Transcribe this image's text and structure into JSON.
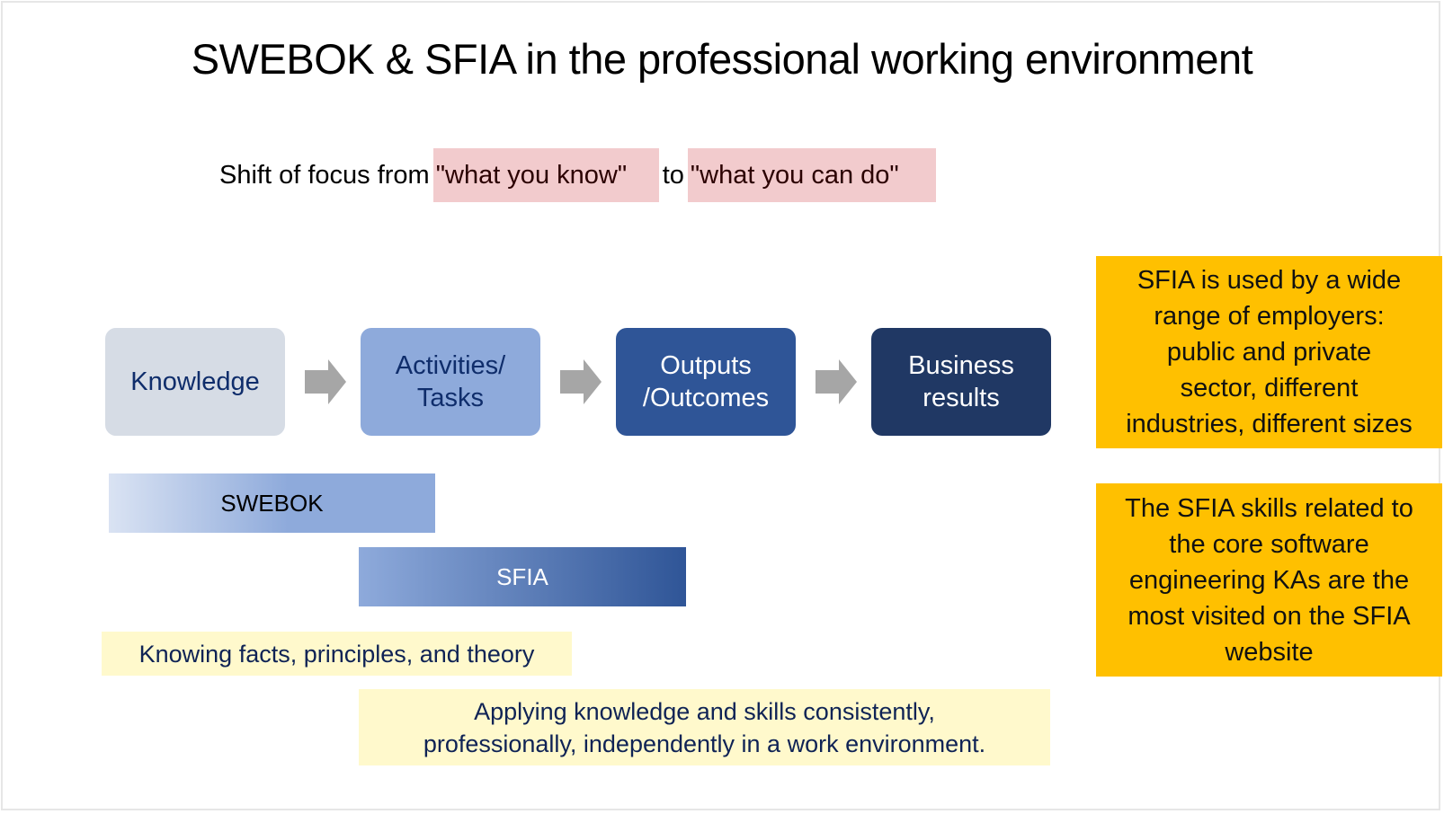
{
  "slide": {
    "title": "SWEBOK & SFIA in the professional working environment",
    "subtitle": {
      "prefix": "Shift of focus from",
      "highlight_1": "\"what you know\"",
      "connector": "to",
      "highlight_2": "\"what you can do\""
    },
    "flow": {
      "steps": [
        {
          "label": "Knowledge",
          "bg": "#d6dce5",
          "fg": "#0f2d6b"
        },
        {
          "label": "Activities/\nTasks",
          "bg": "#8eaadb",
          "fg": "#0f2d6b"
        },
        {
          "label": "Outputs\n/Outcomes",
          "bg": "#2f5597",
          "fg": "#ffffff"
        },
        {
          "label": "Business\nresults",
          "bg": "#203864",
          "fg": "#ffffff"
        }
      ],
      "arrow_color": "#a6a6a6",
      "arrow_icon": "right-arrow-icon"
    },
    "bars": {
      "swebok": {
        "label": "SWEBOK",
        "gradient_from": "#dae3f3",
        "gradient_to": "#8eaadb"
      },
      "sfia": {
        "label": "SFIA",
        "gradient_from": "#8eaadb",
        "gradient_to": "#2f5597"
      }
    },
    "notes": {
      "knowing": "Knowing facts, principles, and theory",
      "applying": "Applying knowledge and skills consistently,\nprofessionally, independently in a work environment."
    },
    "callouts": [
      {
        "text": "SFIA is used by a wide\nrange of employers:\npublic and private\nsector, different\nindustries, different sizes"
      },
      {
        "text": "The SFIA skills related to\nthe core software\nengineering KAs are the\nmost visited on the SFIA\nwebsite"
      }
    ],
    "colors": {
      "highlight_pink": "#f2cbcd",
      "note_yellow": "#fff9cc",
      "callout_orange": "#ffc000"
    }
  }
}
